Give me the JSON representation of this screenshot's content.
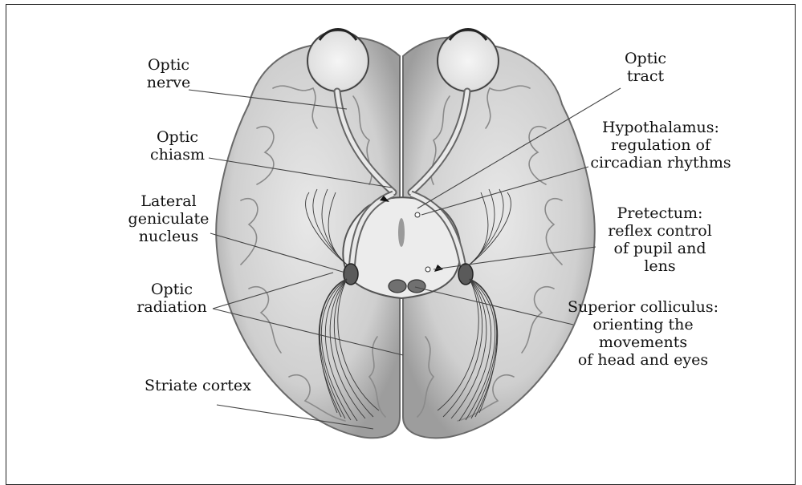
{
  "labels": {
    "optic_nerve": [
      "Optic",
      "nerve"
    ],
    "optic_chiasm": [
      "Optic",
      "chiasm"
    ],
    "lateral_geniculate_nucleus": [
      "Lateral",
      "geniculate",
      "nucleus"
    ],
    "optic_radiation": [
      "Optic",
      "radiation"
    ],
    "striate_cortex": [
      "Striate cortex"
    ],
    "optic_tract": [
      "Optic",
      "tract"
    ],
    "hypothalamus": [
      "Hypothalamus:",
      "regulation of",
      "circadian rhythms"
    ],
    "pretectum": [
      "Pretectum:",
      "reflex control",
      "of pupil and",
      "lens"
    ],
    "superior_colliculus": [
      "Superior colliculus:",
      "orienting the",
      "movements",
      "of head and eyes"
    ]
  }
}
